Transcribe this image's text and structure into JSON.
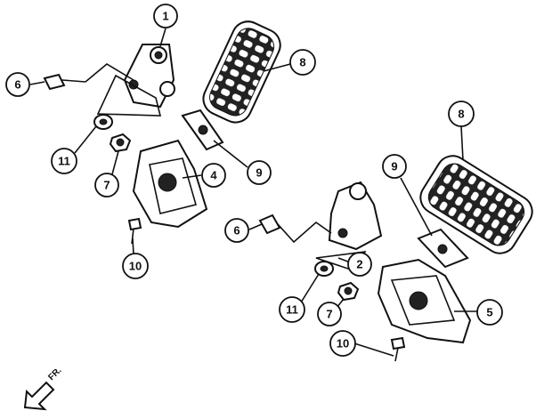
{
  "diagram": {
    "title": "Footpeg assembly exploded view",
    "direction_label": "FR.",
    "callouts": [
      {
        "label": "1"
      },
      {
        "label": "8"
      },
      {
        "label": "6"
      },
      {
        "label": "11"
      },
      {
        "label": "7"
      },
      {
        "label": "4"
      },
      {
        "label": "9"
      },
      {
        "label": "10"
      },
      {
        "label": "8"
      },
      {
        "label": "9"
      },
      {
        "label": "6"
      },
      {
        "label": "2"
      },
      {
        "label": "11"
      },
      {
        "label": "7"
      },
      {
        "label": "5"
      },
      {
        "label": "10"
      }
    ]
  }
}
